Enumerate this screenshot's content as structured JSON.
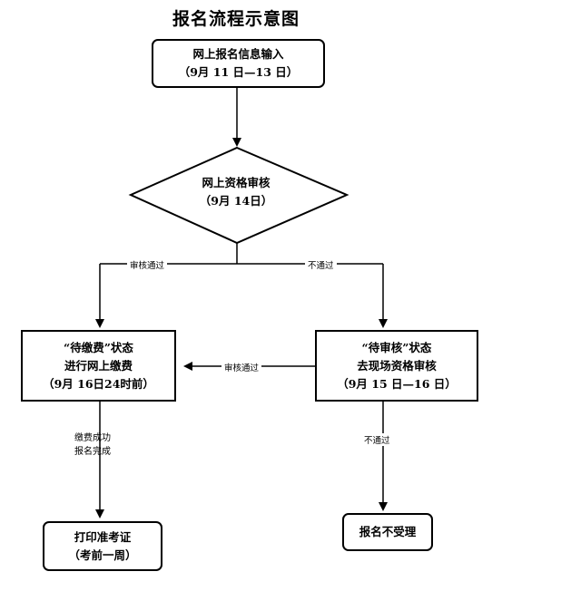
{
  "title": "报名流程示意图",
  "step1": {
    "line1": "网上报名信息输入",
    "line2": "（9月 11 日—13 日）"
  },
  "review": {
    "line1": "网上资格审核",
    "line2": "（9月 14日）"
  },
  "branch_pass": "审核通过",
  "branch_fail": "不通过",
  "pending_pay": {
    "line1": "“待缴费”状态",
    "line2": "进行网上缴费",
    "line3": "（9月 16日24时前）"
  },
  "pending_review": {
    "line1": "“待审核”状态",
    "line2": "去现场资格审核",
    "line3": "（9月 15 日—16 日）"
  },
  "onsite_pass": "审核通过",
  "onsite_fail": "不通过",
  "pay_success": {
    "line1": "缴费成功",
    "line2": "报名完成"
  },
  "print": {
    "line1": "打印准考证",
    "line2": "（考前一周）"
  },
  "reject": "报名不受理"
}
